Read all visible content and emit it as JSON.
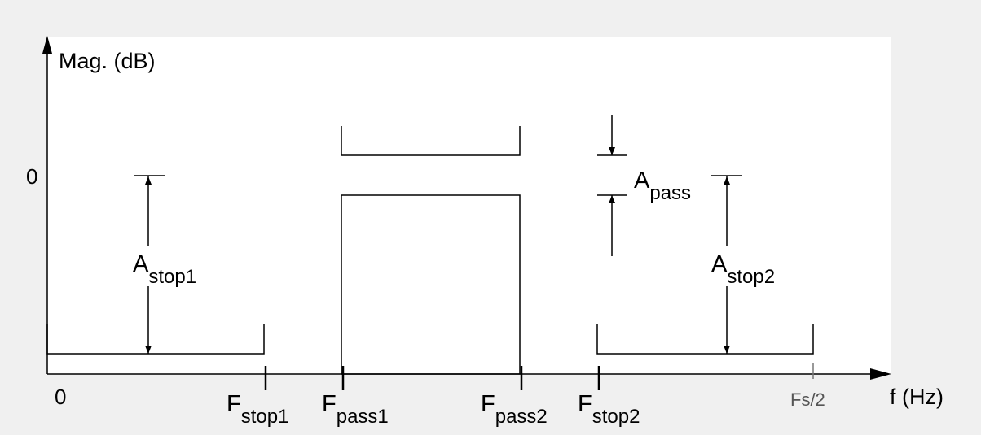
{
  "y_axis": {
    "label": "Mag. (dB)",
    "tick_zero": "0"
  },
  "x_axis": {
    "label": "f (Hz)",
    "tick_zero": "0",
    "tick_end": "Fs/2"
  },
  "frequency_labels": {
    "stop1": {
      "main": "F",
      "sub": "stop1"
    },
    "pass1": {
      "main": "F",
      "sub": "pass1"
    },
    "pass2": {
      "main": "F",
      "sub": "pass2"
    },
    "stop2": {
      "main": "F",
      "sub": "stop2"
    }
  },
  "attenuation_labels": {
    "stop1": {
      "main": "A",
      "sub": "stop1"
    },
    "pass": {
      "main": "A",
      "sub": "pass"
    },
    "stop2": {
      "main": "A",
      "sub": "stop2"
    }
  },
  "colors": {
    "background": "#f0f0f0",
    "plot_area": "#ffffff",
    "ink": "#000000",
    "muted_tick_label": "#555555"
  }
}
